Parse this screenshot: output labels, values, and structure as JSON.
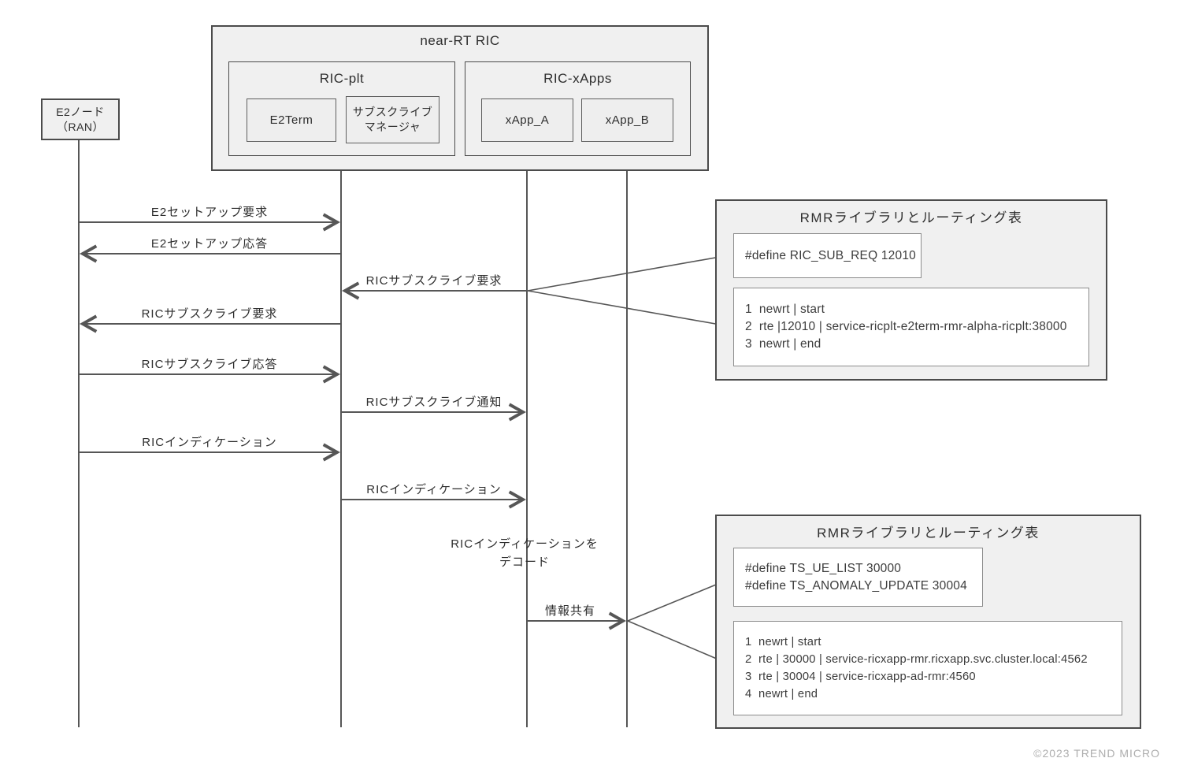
{
  "diagram": {
    "actors": {
      "e2_node_line1": "E2ノード",
      "e2_node_line2": "（RAN）",
      "near_rt_ric": "near-RT RIC",
      "ric_plt": "RIC-plt",
      "e2term": "E2Term",
      "sub_manager_line1": "サブスクライブ",
      "sub_manager_line2": "マネージャ",
      "ric_xapps": "RIC-xApps",
      "xapp_a": "xApp_A",
      "xapp_b": "xApp_B"
    },
    "messages": [
      {
        "label": "E2セットアップ要求",
        "from": "E2ノード（RAN）",
        "to": "RIC-plt"
      },
      {
        "label": "E2セットアップ応答",
        "from": "RIC-plt",
        "to": "E2ノード（RAN）"
      },
      {
        "label": "RICサブスクライブ要求",
        "from": "xApp_A",
        "to": "RIC-plt"
      },
      {
        "label": "RICサブスクライブ要求",
        "from": "RIC-plt",
        "to": "E2ノード（RAN）"
      },
      {
        "label": "RICサブスクライブ応答",
        "from": "E2ノード（RAN）",
        "to": "RIC-plt"
      },
      {
        "label": "RICサブスクライブ通知",
        "from": "RIC-plt",
        "to": "xApp_A"
      },
      {
        "label": "RICインディケーション",
        "from": "E2ノード（RAN）",
        "to": "RIC-plt"
      },
      {
        "label": "RICインディケーション",
        "from": "RIC-plt",
        "to": "xApp_A"
      },
      {
        "label": "情報共有",
        "from": "xApp_A",
        "to": "xApp_B"
      }
    ],
    "note": {
      "line1": "RICインディケーションを",
      "line2": "デコード"
    },
    "rmr_box_1": {
      "title": "RMRライブラリとルーティング表",
      "define_lines": [
        "#define RIC_SUB_REQ 12010"
      ],
      "routing_lines": [
        "1  newrt | start",
        "2  rte |12010 | service-ricplt-e2term-rmr-alpha-ricplt:38000",
        "3  newrt | end"
      ]
    },
    "rmr_box_2": {
      "title": "RMRライブラリとルーティング表",
      "define_lines": [
        "#define TS_UE_LIST 30000",
        "#define TS_ANOMALY_UPDATE 30004"
      ],
      "routing_lines": [
        "1  newrt | start",
        "2  rte | 30000 | service-ricxapp-rmr.ricxapp.svc.cluster.local:4562",
        "3  rte | 30004 | service-ricxapp-ad-rmr:4560",
        "4  newrt | end"
      ]
    },
    "footer": "©2023 TREND MICRO",
    "colors": {
      "box_fill": "#f0f0f0",
      "box_border": "#4b4b4b",
      "line": "#565656",
      "code_box_border": "#8c8c8c",
      "footer_text": "#aeaeae"
    }
  }
}
